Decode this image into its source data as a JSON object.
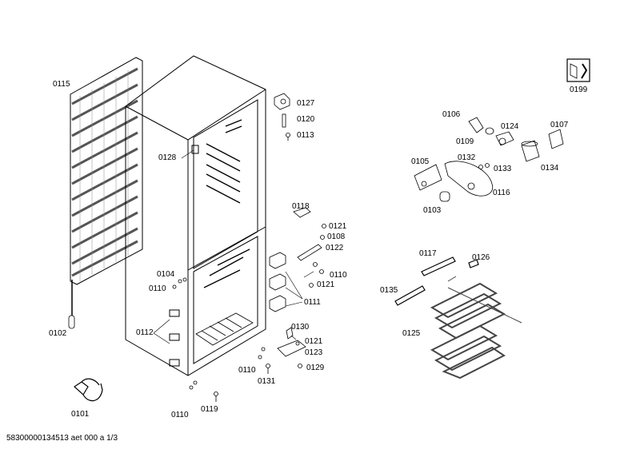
{
  "diagram": {
    "footer_text": "58300000134513 aet 000 a 1/3",
    "parts": {
      "p0115": "0115",
      "p0102": "0102",
      "p0101": "0101",
      "p0127": "0127",
      "p0120": "0120",
      "p0113": "0113",
      "p0128": "0128",
      "p0118": "0118",
      "p0121a": "0121",
      "p0108": "0108",
      "p0122": "0122",
      "p0110a": "0110",
      "p0121b": "0121",
      "p0104": "0104",
      "p0110b": "0110",
      "p0111": "0111",
      "p0112": "0112",
      "p0130": "0130",
      "p0121c": "0121",
      "p0123": "0123",
      "p0129": "0129",
      "p0110c": "0110",
      "p0131": "0131",
      "p0110d": "0110",
      "p0119": "0119",
      "p0199": "0199",
      "p0106": "0106",
      "p0124": "0124",
      "p0107": "0107",
      "p0109": "0109",
      "p0105": "0105",
      "p0132": "0132",
      "p0133": "0133",
      "p0134": "0134",
      "p0116": "0116",
      "p0103": "0103",
      "p0117": "0117",
      "p0126": "0126",
      "p0135": "0135",
      "p0125": "0125"
    }
  }
}
